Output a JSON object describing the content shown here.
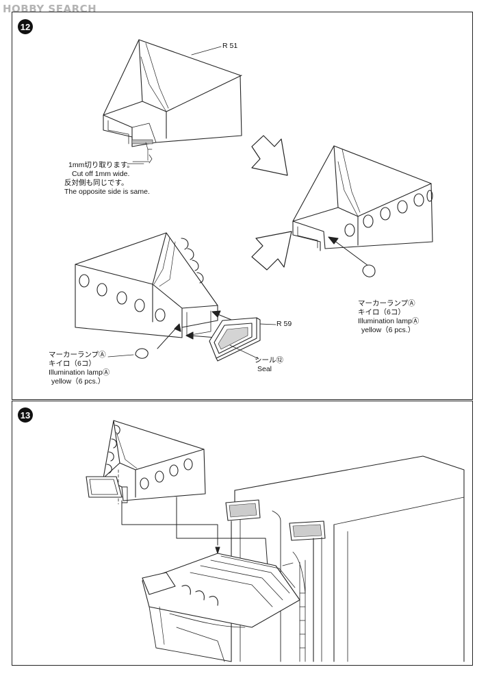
{
  "watermark": "HOBBY SEARCH",
  "steps": [
    {
      "number": "12",
      "parts": {
        "r51": "R 51",
        "r59": "R 59"
      },
      "cut_note": {
        "line1": "1mm切り取ります。",
        "line2": "Cut off 1mm wide.",
        "line3": "反対側も同じです。",
        "line4": "The opposite side is same."
      },
      "lamp_right": {
        "line1": "マーカーランプⒶ",
        "line2": "キイロ（6コ）",
        "line3": "Illumination lampⒶ",
        "line4": "yellow（6 pcs.）"
      },
      "lamp_left": {
        "line1": "マーカーランプⒶ",
        "line2": "キイロ（6コ）",
        "line3": "Illumination lampⒶ",
        "line4": "yellow（6 pcs.）"
      },
      "seal": {
        "jp": "シール⑫",
        "en": "Seal"
      }
    },
    {
      "number": "13"
    }
  ],
  "colors": {
    "line": "#222222",
    "background": "#ffffff",
    "watermark": "#b4b4b4"
  }
}
